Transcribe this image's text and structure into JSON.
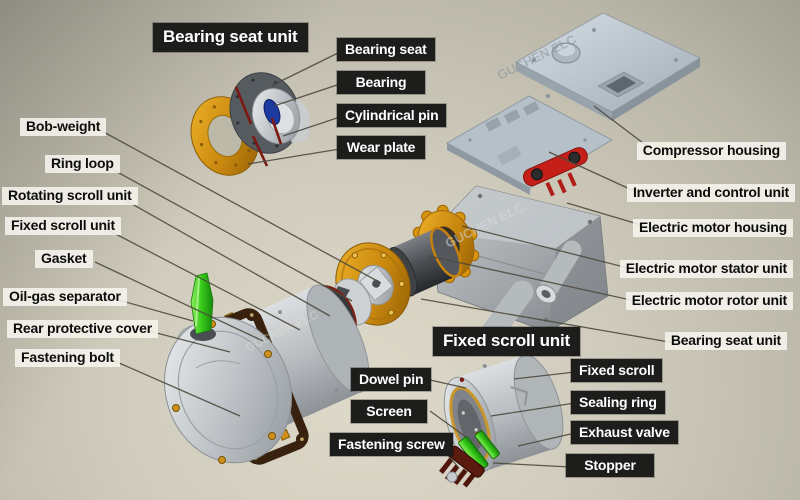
{
  "watermark": "GUCHEN ELC",
  "colors": {
    "background": "#cdc9ba",
    "label_dark_bg": "#1d1d1b",
    "label_dark_text": "#ffffff",
    "label_light_bg": "#f6f4ed",
    "label_light_text": "#0c0c0c",
    "leader_line": "#4e4a3e",
    "part_orange": "#c9880e",
    "part_green": "#35c818",
    "part_red": "#c42019",
    "part_blue": "#1c3aa0",
    "part_silver": "#b9bec2"
  },
  "labels": {
    "bearing_seat_unit_header": "Bearing seat unit",
    "bearing_seat": "Bearing seat",
    "bearing": "Bearing",
    "cylindrical_pin": "Cylindrical pin",
    "wear_plate": "Wear plate",
    "bob_weight": "Bob-weight",
    "ring_loop": "Ring loop",
    "rotating_scroll_unit": "Rotating scroll unit",
    "fixed_scroll_unit_left": "Fixed scroll unit",
    "gasket": "Gasket",
    "oil_gas_separator": "Oil-gas separator",
    "rear_protective_cover": "Rear protective cover",
    "fastening_bolt": "Fastening bolt",
    "compressor_housing": "Compressor housing",
    "inverter_and_control_unit": "Inverter and control unit",
    "electric_motor_housing": "Electric motor housing",
    "electric_motor_stator_unit": "Electric motor stator unit",
    "electric_motor_rotor_unit": "Electric motor rotor unit",
    "bearing_seat_unit_right": "Bearing seat unit",
    "fixed_scroll_unit_header": "Fixed scroll unit",
    "dowel_pin": "Dowel pin",
    "screen": "Screen",
    "fastening_screw": "Fastening screw",
    "fixed_scroll": "Fixed scroll",
    "sealing_ring": "Sealing ring",
    "exhaust_valve": "Exhaust valve",
    "stopper": "Stopper"
  }
}
